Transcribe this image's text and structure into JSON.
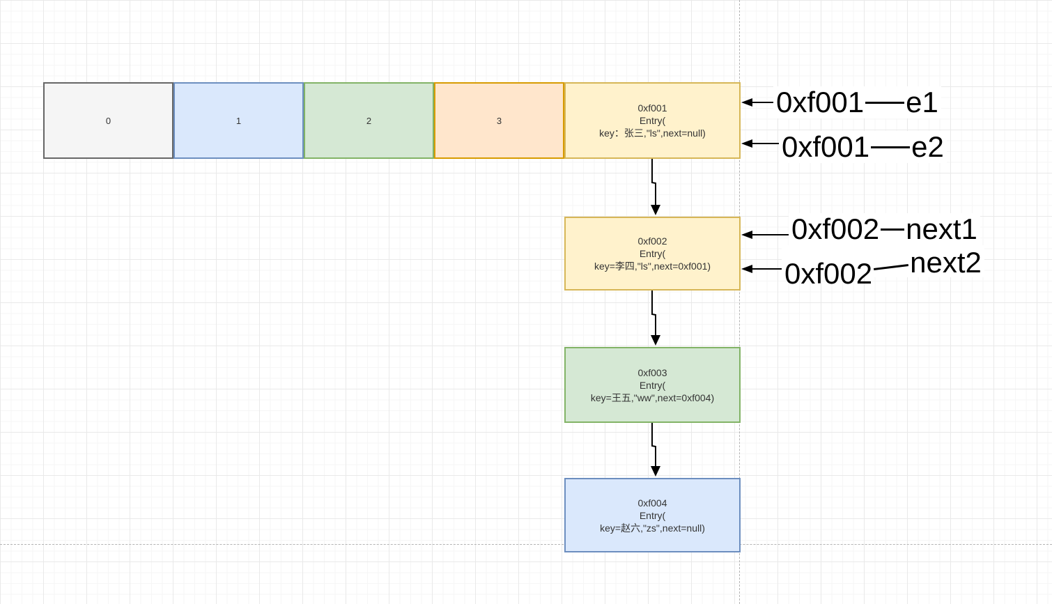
{
  "diagram": {
    "title_hint": "hash-table-with-chained-entries",
    "array_cells": [
      {
        "value": "0",
        "fill": "#f5f5f5",
        "border": "#666666"
      },
      {
        "value": "1",
        "fill": "#dae8fc",
        "border": "#6c8ebf"
      },
      {
        "value": "2",
        "fill": "#d5e8d4",
        "border": "#82b366"
      },
      {
        "value": "3",
        "fill": "#ffe6cc",
        "border": "#d79b00"
      }
    ],
    "entries": [
      {
        "address": "0xf001",
        "type_line": "Entry(",
        "detail": "key：张三,\"ls\",next=null)",
        "fill": "#fff2cc",
        "border": "#d6b656"
      },
      {
        "address": "0xf002",
        "type_line": "Entry(",
        "detail": "key=李四,\"ls\",next=0xf001)",
        "fill": "#fff2cc",
        "border": "#d6b656"
      },
      {
        "address": "0xf003",
        "type_line": "Entry(",
        "detail": "key=王五,\"ww\",next=0xf004)",
        "fill": "#d5e8d4",
        "border": "#82b366"
      },
      {
        "address": "0xf004",
        "type_line": "Entry(",
        "detail": "key=赵六,\"zs\",next=null)",
        "fill": "#dae8fc",
        "border": "#6c8ebf"
      }
    ],
    "pointer_labels": [
      {
        "ref": "0xf001",
        "target": "e1"
      },
      {
        "ref": "0xf001",
        "target": "e2"
      },
      {
        "ref": "0xf002",
        "target": "next1"
      },
      {
        "ref": "0xf002",
        "target": "next2"
      }
    ],
    "colors": {
      "grid_minor": "#f6f6f6",
      "grid_major": "#e9e9e9",
      "page_boundary_dash": "#b3b3b3",
      "connector": "#000000"
    }
  }
}
